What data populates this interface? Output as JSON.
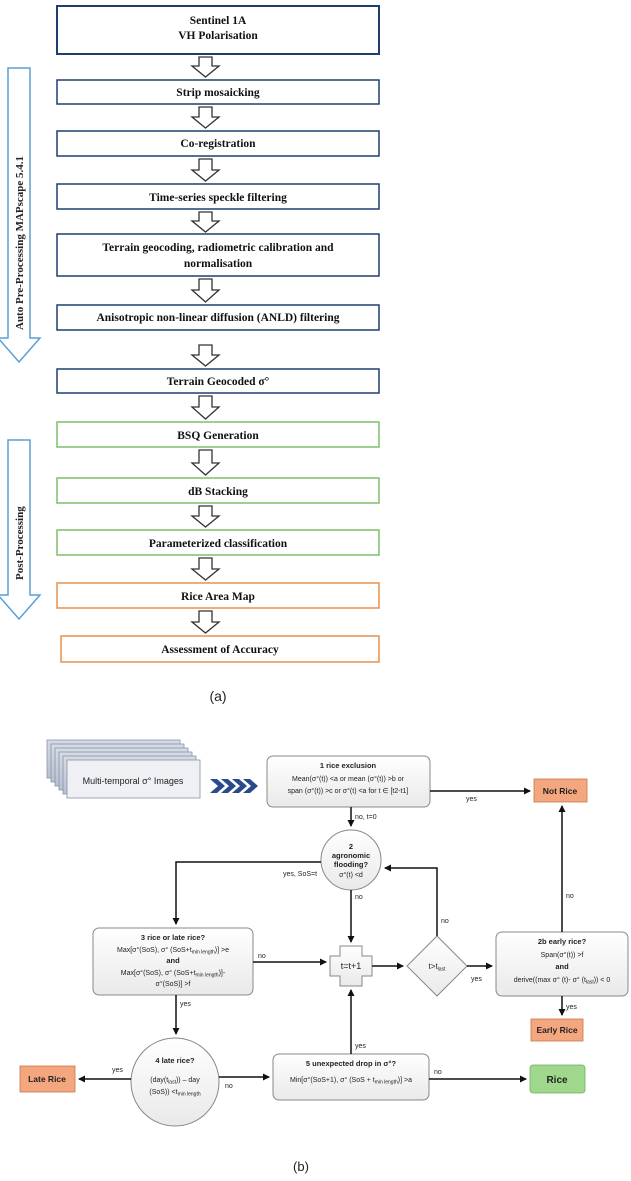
{
  "part_a": {
    "source_box": {
      "line1": "Sentinel 1A",
      "line2": "VH Polarisation"
    },
    "steps": [
      "Strip mosaicking",
      "Co-registration",
      "Time-series speckle filtering",
      "Terrain geocoding, radiometric calibration and",
      "normalisation",
      "Anisotropic non-linear diffusion (ANLD) filtering",
      "Terrain Geocoded σ°",
      "BSQ Generation",
      "dB Stacking",
      "Parameterized classification",
      "Rice Area Map",
      "Assessment of Accuracy"
    ],
    "side_labels": {
      "auto": "Auto Pre-Processing MAPscape 5.4.1",
      "post": "Post-Processing"
    },
    "caption": "(a)"
  },
  "part_b": {
    "images_label": "Multi-temporal σ° Images",
    "n1": {
      "title": "1 rice exclusion",
      "l1": "Mean(σ°(t)) <a or mean (σ°(t)) >b or",
      "l2": "span (σ°(t)) >c or σ°(t) <a for t ∈ [t2-t1]"
    },
    "n2": {
      "title": "2",
      "l2": "agronomic",
      "l3": "flooding?",
      "l4": "σ°(t) <d"
    },
    "n2b": {
      "title": "2b early rice?",
      "l1": "Span(σ°(t)) >f",
      "and": "and",
      "l2": "derive((max σ° (t)- σ° (t",
      "sub": "last",
      "l2end": ")) < 0"
    },
    "n3": {
      "title": "3 rice or late rice?",
      "l1": "Max[σ°(SoS), σ° (SoS+t",
      "sub": "min length",
      "l1end": ")] >e",
      "and": "and",
      "l2": "Max[σ°(SoS), σ° (SoS+t",
      "l2end": ")]-",
      "l3": "σ°(SoS)] >f"
    },
    "n4": {
      "title": "4 late rice?",
      "l1": "(day(t",
      "sub1": "last",
      "l1end": ")) – day",
      "l2": "(SoS)) <t",
      "sub2": "min length"
    },
    "n5": {
      "title": "5 unexpected drop in σ°?",
      "l1": "Min[σ°(SoS+1), σ° (SoS + t",
      "sub": "min length",
      "l1end": ")] >a"
    },
    "update": "t=t+1",
    "decision": "t>t",
    "decision_sub": "last",
    "outputs": {
      "not_rice": "Not Rice",
      "early_rice": "Early Rice",
      "late_rice": "Late Rice",
      "rice": "Rice"
    },
    "edge_labels": {
      "yes": "yes",
      "no": "no",
      "no_t0": "no, t=0",
      "yes_sos": "yes, SoS=t"
    },
    "caption": "(b)"
  },
  "colors": {
    "blue": "#1f3f6e",
    "green": "#7fbf6a",
    "orange": "#e8904d",
    "salmon": "#f4a77e",
    "rice_green": "#9fd88c",
    "arrow_blue": "#4a86c5"
  }
}
